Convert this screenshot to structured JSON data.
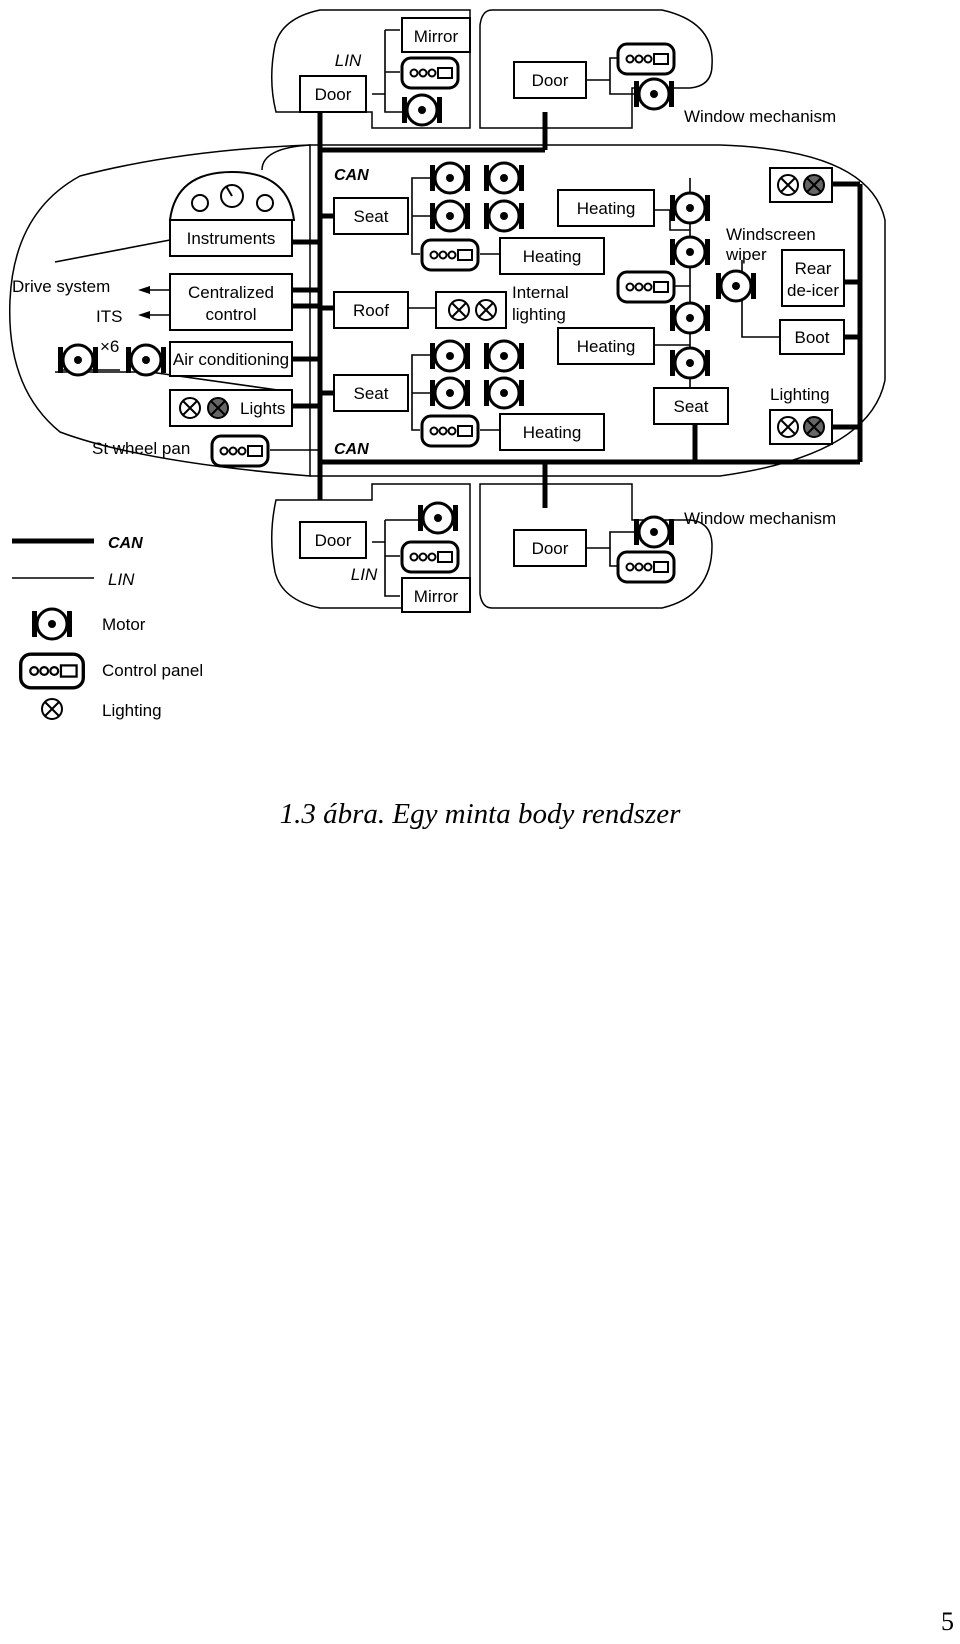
{
  "caption": "1.3 ábra.   Egy minta body rendszer",
  "page_number": "5",
  "labels": {
    "mirror": "Mirror",
    "lin": "LIN",
    "door": "Door",
    "window_mechanism": "Window mechanism",
    "can": "CAN",
    "seat": "Seat",
    "heating": "Heating",
    "instruments": "Instruments",
    "windscreen_wiper_1": "Windscreen",
    "windscreen_wiper_2": "wiper",
    "rear_deicer_1": "Rear",
    "rear_deicer_2": "de-icer",
    "drive_system": "Drive system",
    "its": "ITS",
    "centralized_control_1": "Centralized",
    "centralized_control_2": "control",
    "roof": "Roof",
    "internal_lighting_1": "Internal",
    "internal_lighting_2": "lighting",
    "boot": "Boot",
    "x6": "×6",
    "air_conditioning": "Air conditioning",
    "lights": "Lights",
    "lighting": "Lighting",
    "st_wheel_pan": "St wheel pan"
  },
  "legend": {
    "can": "CAN",
    "lin": "LIN",
    "motor": "Motor",
    "control_panel": "Control panel",
    "lighting": "Lighting"
  }
}
